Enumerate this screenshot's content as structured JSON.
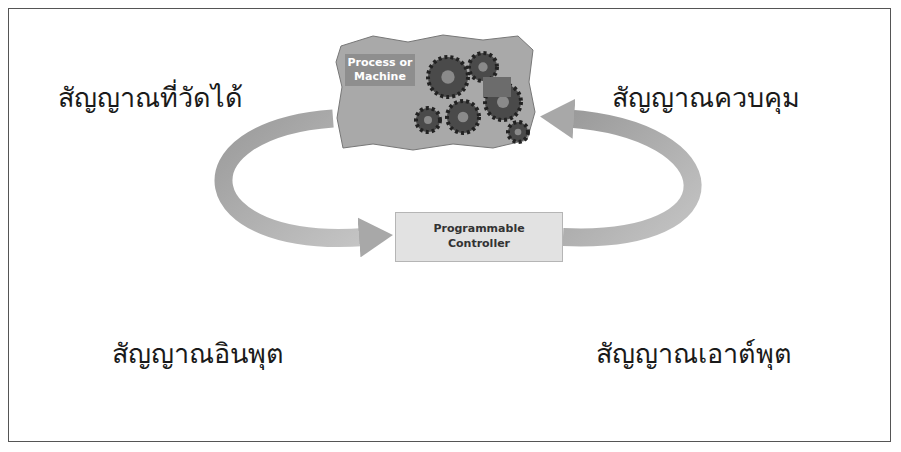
{
  "diagram": {
    "nodes": [
      {
        "text": [
          "Process or Machine"
        ]
      },
      {
        "text": [
          "Programmable Controller"
        ]
      }
    ],
    "edges": [
      {
        "from": 0,
        "to": 1,
        "arrow": "to"
      },
      {
        "from": 1,
        "to": 0,
        "arrow": "to"
      }
    ],
    "labels": [
      "สัญญาณที่วัดได้",
      "สัญญาณควบคุม",
      "สัญญาณอินพุต",
      "สัญญาณเอาต์พุต"
    ]
  }
}
